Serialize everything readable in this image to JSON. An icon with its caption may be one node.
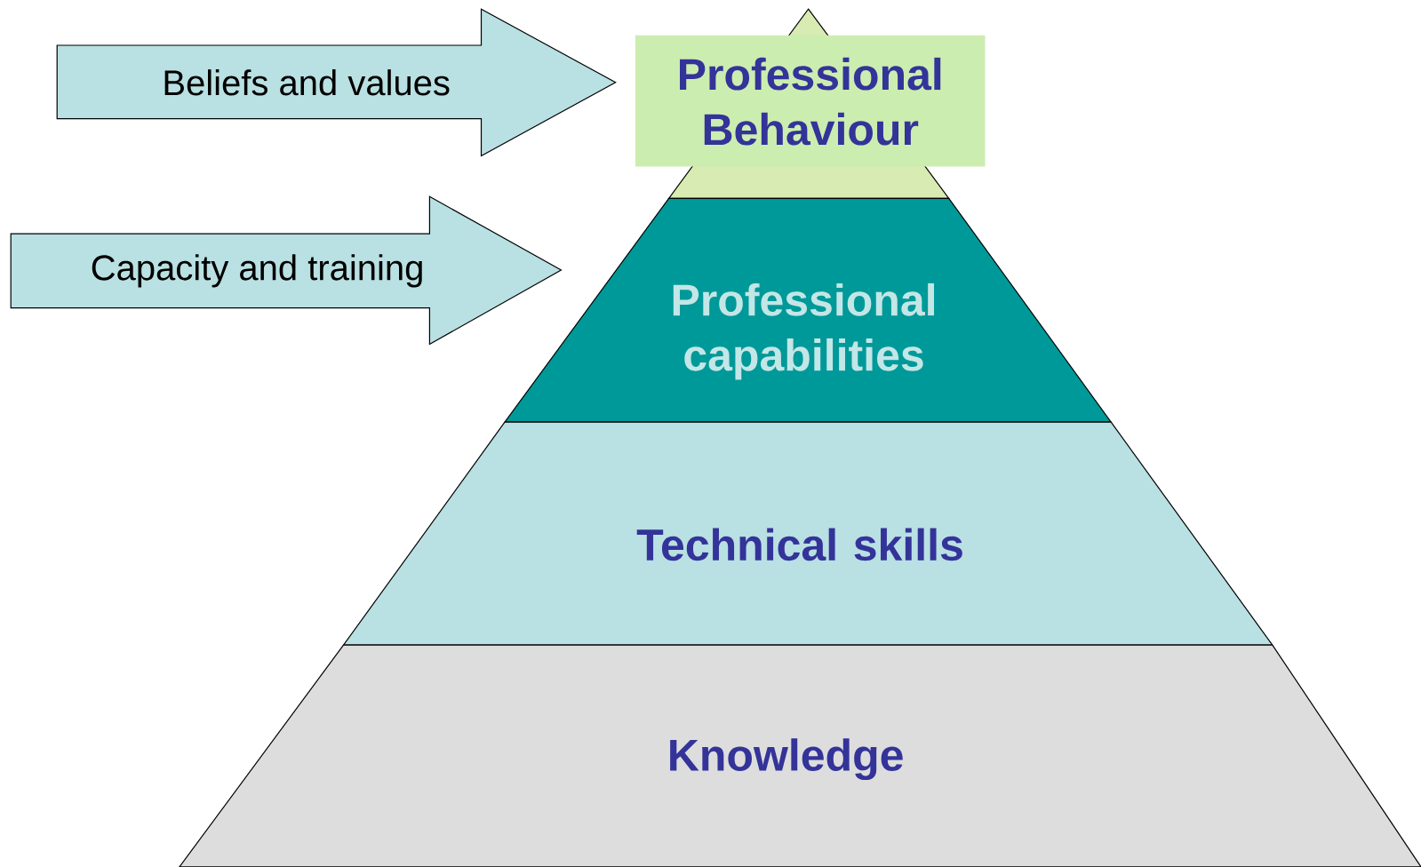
{
  "diagram": {
    "nodes": [
      {
        "text": [],
        "shape": "triangle"
      },
      {
        "text": [
          "Professional Behaviour"
        ]
      },
      {
        "text": [
          "Professional capabilities"
        ]
      },
      {
        "text": [
          "Technical skills"
        ]
      },
      {
        "text": [
          "Knowledge"
        ]
      }
    ],
    "edges": [
      {
        "from": null,
        "to": 1,
        "arrow": "to",
        "label": "Beliefs and values"
      },
      {
        "from": null,
        "to": 2,
        "arrow": "to",
        "label": "Capacity and training"
      }
    ]
  }
}
